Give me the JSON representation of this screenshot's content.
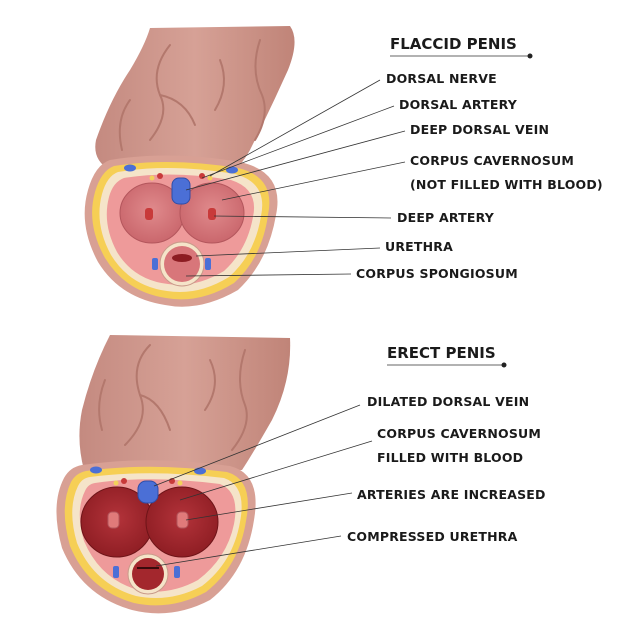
{
  "flaccid": {
    "title": "FLACCID PENIS",
    "labels": {
      "dorsal_nerve": "DORSAL NERVE",
      "dorsal_artery": "DORSAL ARTERY",
      "deep_dorsal_vein": "DEEP DORSAL VEIN",
      "corpus_cavernosum": "CORPUS CAVERNOSUM",
      "corpus_cavernosum_note": "(NOT FILLED WITH BLOOD)",
      "deep_artery": "DEEP ARTERY",
      "urethra": "URETHRA",
      "corpus_spongiosum": "CORPUS SPONGIOSUM"
    }
  },
  "erect": {
    "title": "ERECT PENIS",
    "labels": {
      "dilated_dorsal_vein": "DILATED DORSAL VEIN",
      "corpus_cavernosum_line1": "CORPUS CAVERNOSUM",
      "corpus_cavernosum_line2": "FILLED WITH BLOOD",
      "arteries_increased": "ARTERIES ARE INCREASED",
      "compressed_urethra": "COMPRESSED URETHRA"
    }
  },
  "colors": {
    "skin": "#d29a8f",
    "skin_vein": "#b3786d",
    "fat_layer": "#f6cf55",
    "tunica": "#f5e4c9",
    "inner": "#ee9a9a",
    "cavernosum_flaccid": "#d8767a",
    "cavernosum_erect": "#a3272d",
    "vein_blue": "#4b6fd6",
    "artery_red": "#c83a3a"
  }
}
